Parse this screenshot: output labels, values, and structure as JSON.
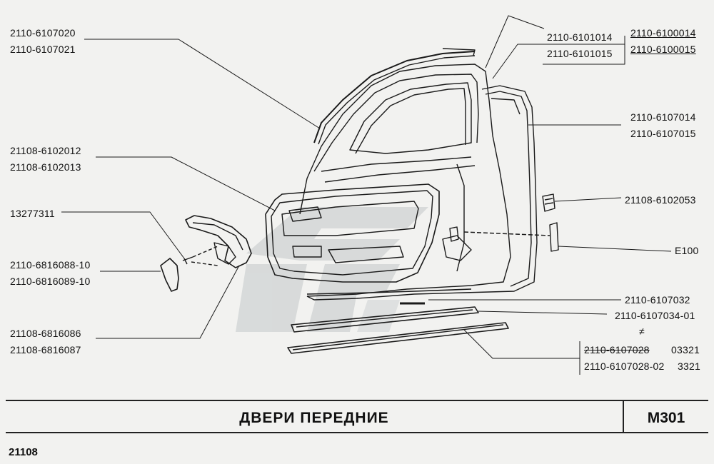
{
  "labels": {
    "glass_run_upper": [
      "2110-6107020",
      "2110-6107021"
    ],
    "door_frame": [
      "2110-6101014",
      "2110-6101015"
    ],
    "door_assembly": [
      "2110-6100014",
      "2110-6100015"
    ],
    "door_seal": [
      "2110-6107014",
      "2110-6107015"
    ],
    "trim_panel": [
      "21108-6102012",
      "21108-6102013"
    ],
    "screw": "13277311",
    "armrest_cap": [
      "2110-6816088-10",
      "2110-6816089-10"
    ],
    "armrest": [
      "21108-6816086",
      "21108-6816087"
    ],
    "clip": "21108-6102053",
    "socket": "E100",
    "lower_seal": "2110-6107032",
    "inner_strip": "2110-6107034-01",
    "not_equal": "≠",
    "outer_strip_a_code": "2110-6107028",
    "outer_strip_a_ref": "03321",
    "outer_strip_b_code": "2110-6107028-02",
    "outer_strip_b_ref": "3321"
  },
  "title": "ДВЕРИ ПЕРЕДНИЕ",
  "sheet_code": "M301",
  "model": "21108"
}
